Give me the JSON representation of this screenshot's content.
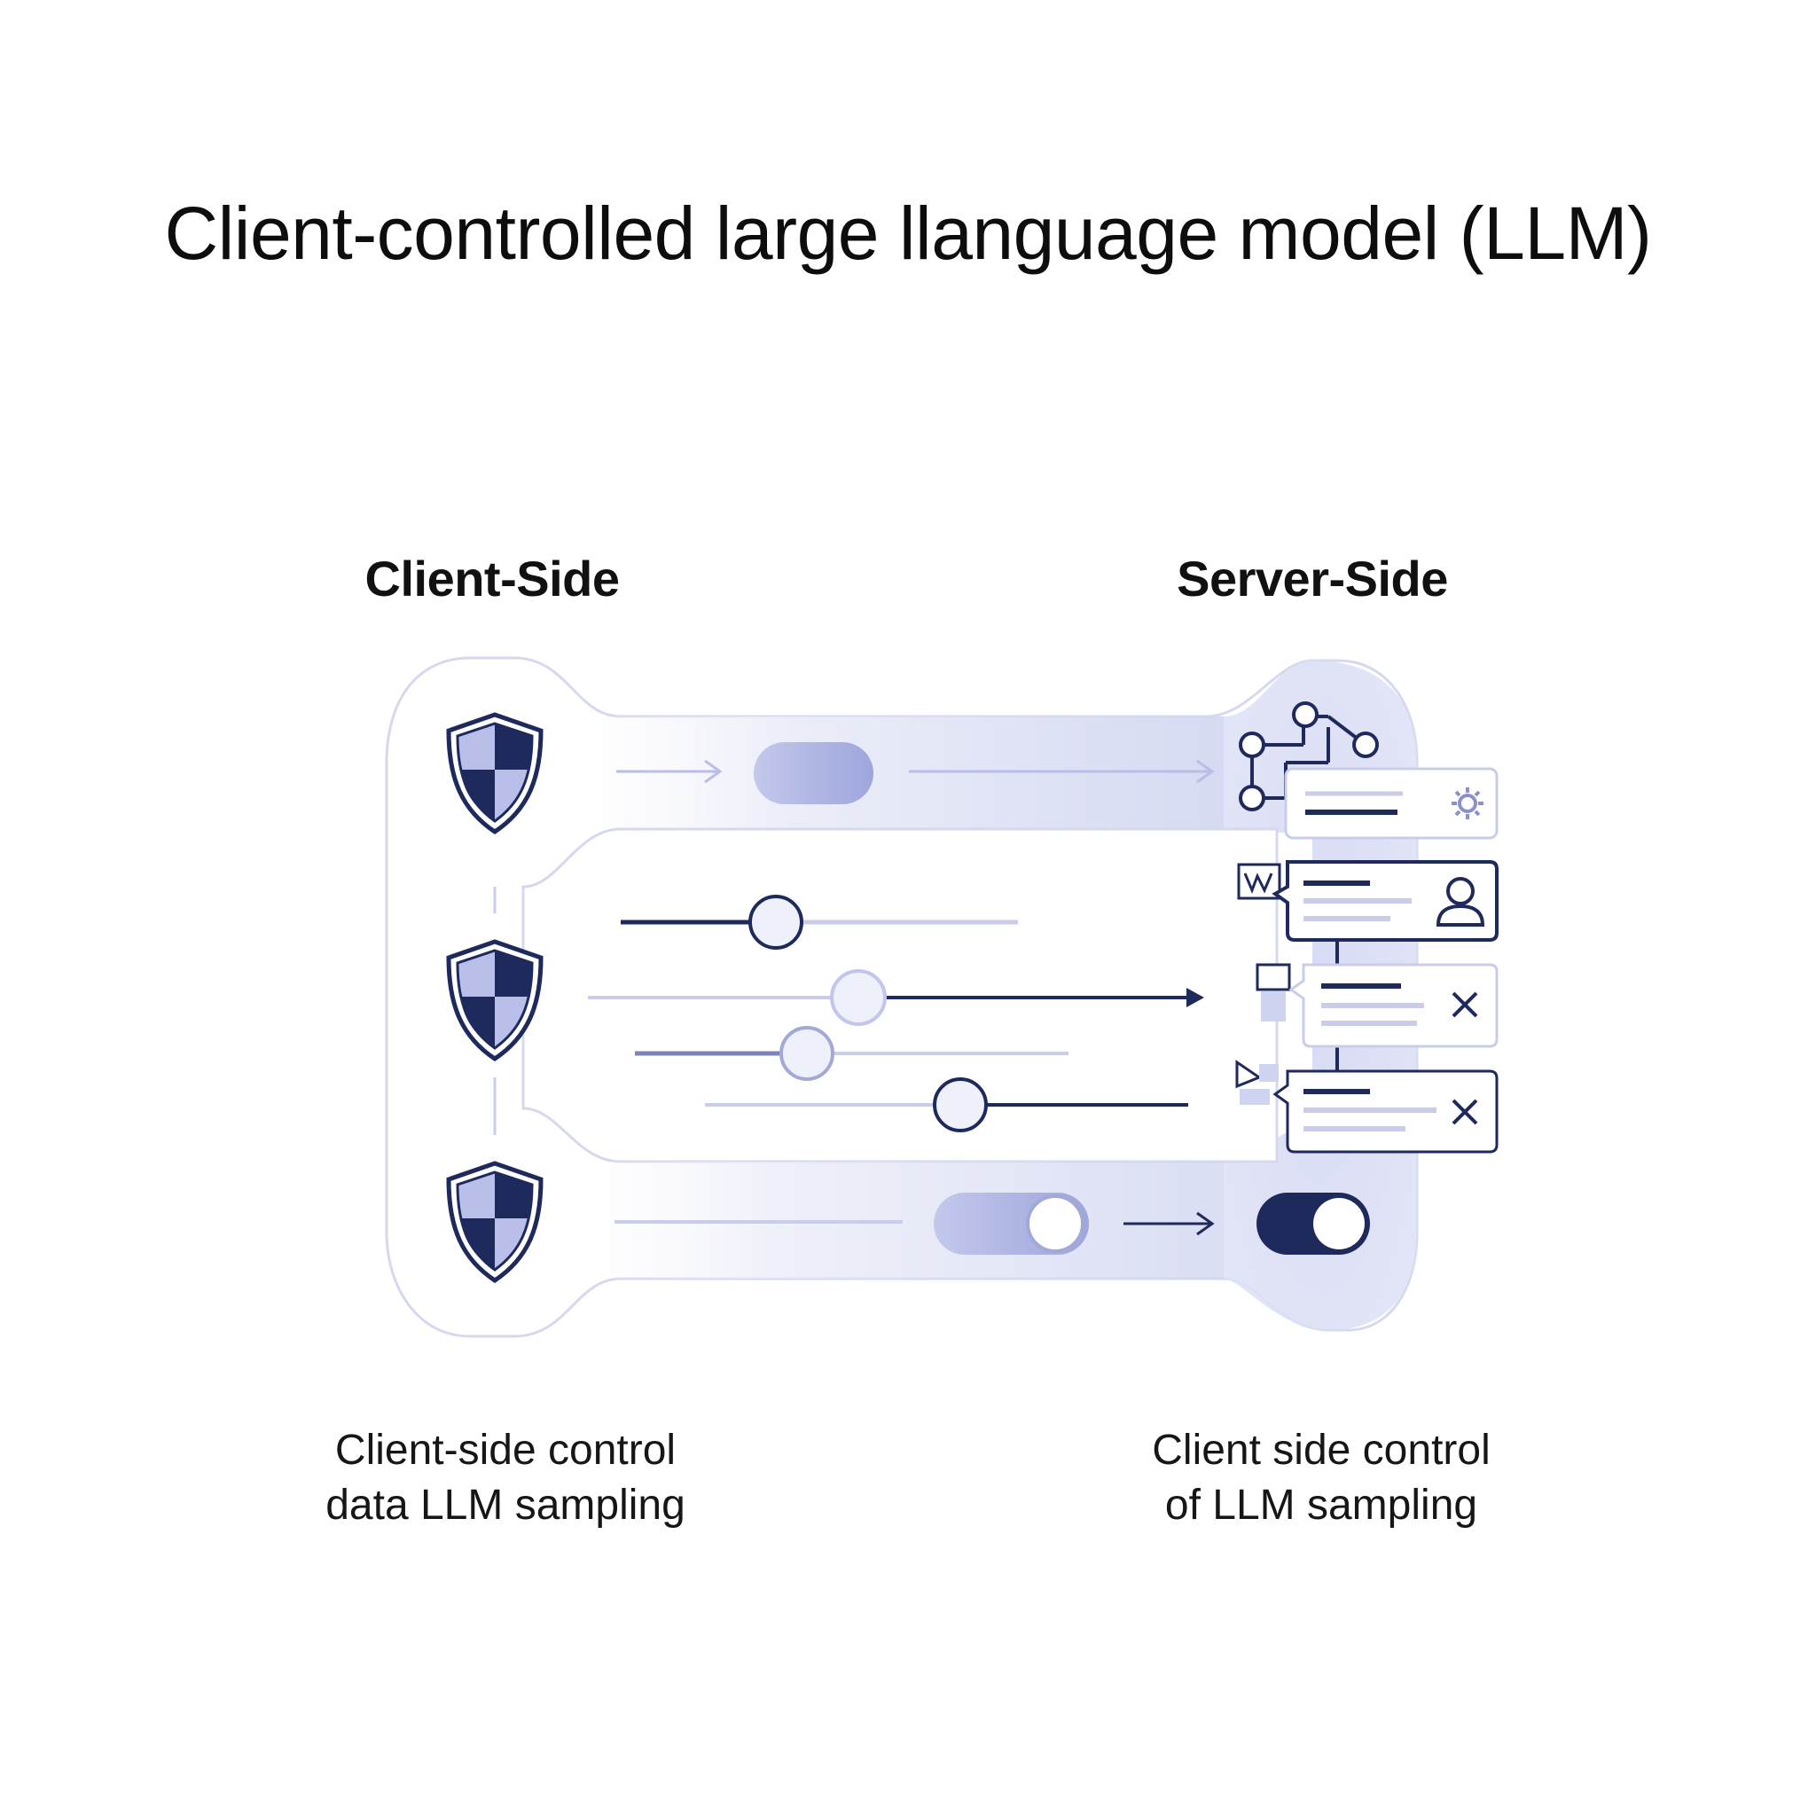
{
  "title": "Client-controlled large llanguage model (LLM)",
  "client": {
    "heading": "Client-Side",
    "caption_line1": "Client-side control",
    "caption_line2": "data LLM sampling"
  },
  "server": {
    "heading": "Server-Side",
    "caption_line1": "Client side control",
    "caption_line2": "of LLM sampling"
  },
  "colors": {
    "navy": "#1f2a5c",
    "lavender": "#a9b0e0",
    "light_lavender": "#d7dbf3",
    "outline": "#c9cdea"
  },
  "icons": [
    "shield-icon",
    "network-icon",
    "gear-icon",
    "user-icon",
    "close-icon",
    "arrow-right-icon",
    "toggle-switch-icon"
  ],
  "sliders": [
    {
      "name": "slider-1",
      "level": 0.4
    },
    {
      "name": "slider-2",
      "level": 0.45
    },
    {
      "name": "slider-3",
      "level": 0.4
    },
    {
      "name": "slider-4",
      "level": 0.5
    }
  ],
  "toggles": [
    {
      "name": "client-toggle",
      "state": "on-light"
    },
    {
      "name": "server-toggle",
      "state": "on-dark"
    }
  ]
}
